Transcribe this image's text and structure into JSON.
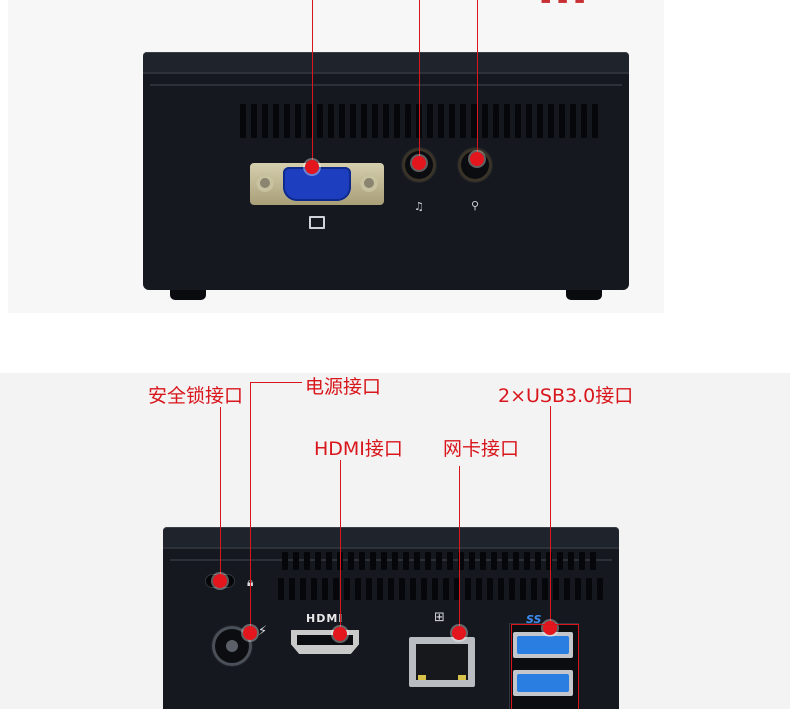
{
  "labels": {
    "security_lock": "安全锁接口",
    "power": "电源接口",
    "usb": "2×USB3.0接口",
    "hdmi": "HDMI接口",
    "ethernet": "网卡接口"
  },
  "port_text": {
    "hdmi_mark": "HDMI",
    "usb_mark": "SS"
  },
  "colors": {
    "callout": "#d8161c",
    "vga_blue": "#1d3fbf",
    "usb_blue": "#2a7de1"
  }
}
